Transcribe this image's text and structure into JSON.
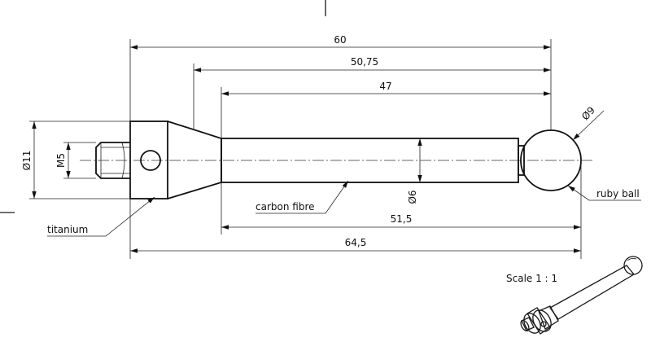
{
  "drawing": {
    "dimensions": {
      "overall_length": "60",
      "length_2": "50,75",
      "length_3": "47",
      "ball_diameter": "Ø9",
      "body_diameter": "Ø11",
      "thread": "M5",
      "stem_diameter": "Ø6",
      "length_4": "51,5",
      "total_length": "64,5"
    },
    "labels": {
      "stem_material": "carbon fibre",
      "body_material": "titanium",
      "tip": "ruby ball",
      "scale": "Scale 1 : 1"
    }
  }
}
